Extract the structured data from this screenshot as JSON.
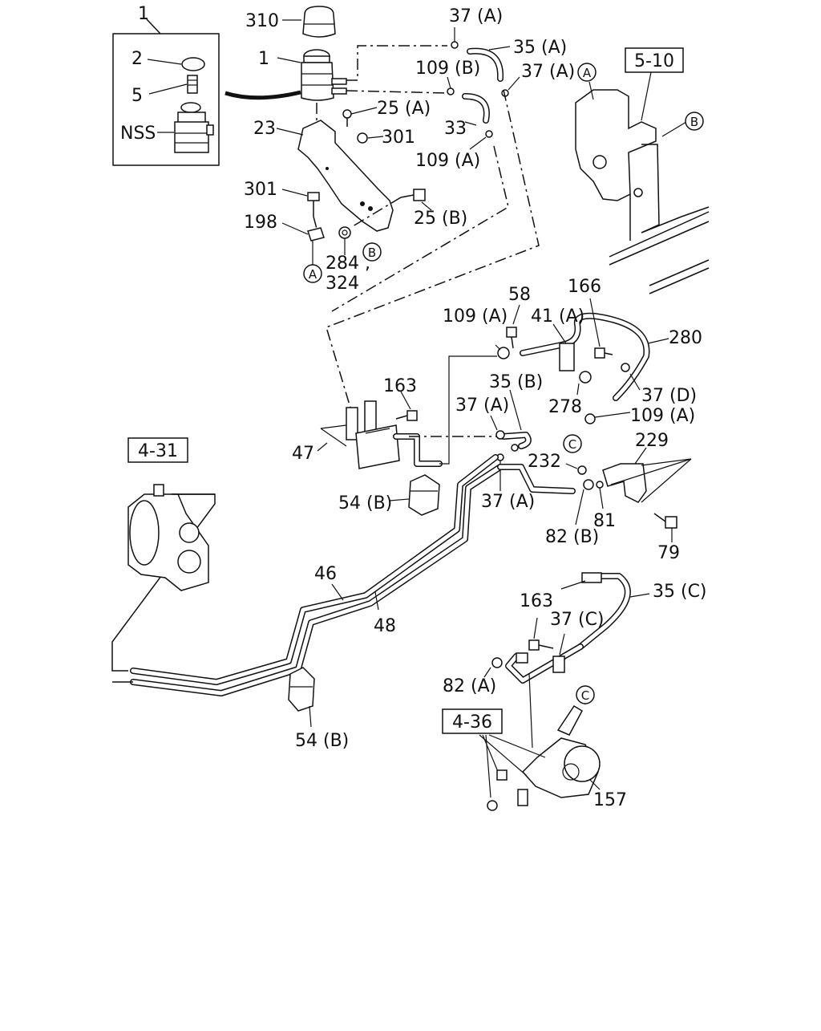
{
  "labels": {
    "l_1_top": "1",
    "l_310": "310",
    "l_1_res": "1",
    "l_2": "2",
    "l_5": "5",
    "l_nss": "NSS",
    "l_23": "23",
    "l_37a_1": "37 (A)",
    "l_35a": "35 (A)",
    "l_109b": "109 (B)",
    "l_37a_2": "37 (A)",
    "l_25a": "25 (A)",
    "l_301_a": "301",
    "l_33": "33",
    "l_109a_1": "109 (A)",
    "l_301_b": "301",
    "l_198": "198",
    "l_25b": "25 (B)",
    "l_284": "284 ,",
    "l_324": "324",
    "l_58": "58",
    "l_166": "166",
    "l_109a_2": "109 (A)",
    "l_41a": "41 (A)",
    "l_280": "280",
    "l_163_a": "163",
    "l_35b": "35 (B)",
    "l_278": "278",
    "l_37d": "37 (D)",
    "l_37a_3": "37 (A)",
    "l_109a_3": "109 (A)",
    "l_47": "47",
    "l_229": "229",
    "l_232": "232",
    "l_54b_1": "54 (B)",
    "l_37a_4": "37 (A)",
    "l_81": "81",
    "l_82b": "82 (B)",
    "l_79": "79",
    "l_46": "46",
    "l_48": "48",
    "l_35c": "35 (C)",
    "l_163_b": "163",
    "l_37c": "37 (C)",
    "l_82a": "82 (A)",
    "l_54b_2": "54 (B)",
    "l_157": "157"
  },
  "references": {
    "ref_5_10": "5-10",
    "ref_4_31": "4-31",
    "ref_4_36": "4-36"
  },
  "circles": {
    "c_A_top": "A",
    "c_B_top": "B",
    "c_B_mid": "B",
    "c_A_mid": "A",
    "c_C_mid": "C",
    "c_C_low": "C"
  }
}
